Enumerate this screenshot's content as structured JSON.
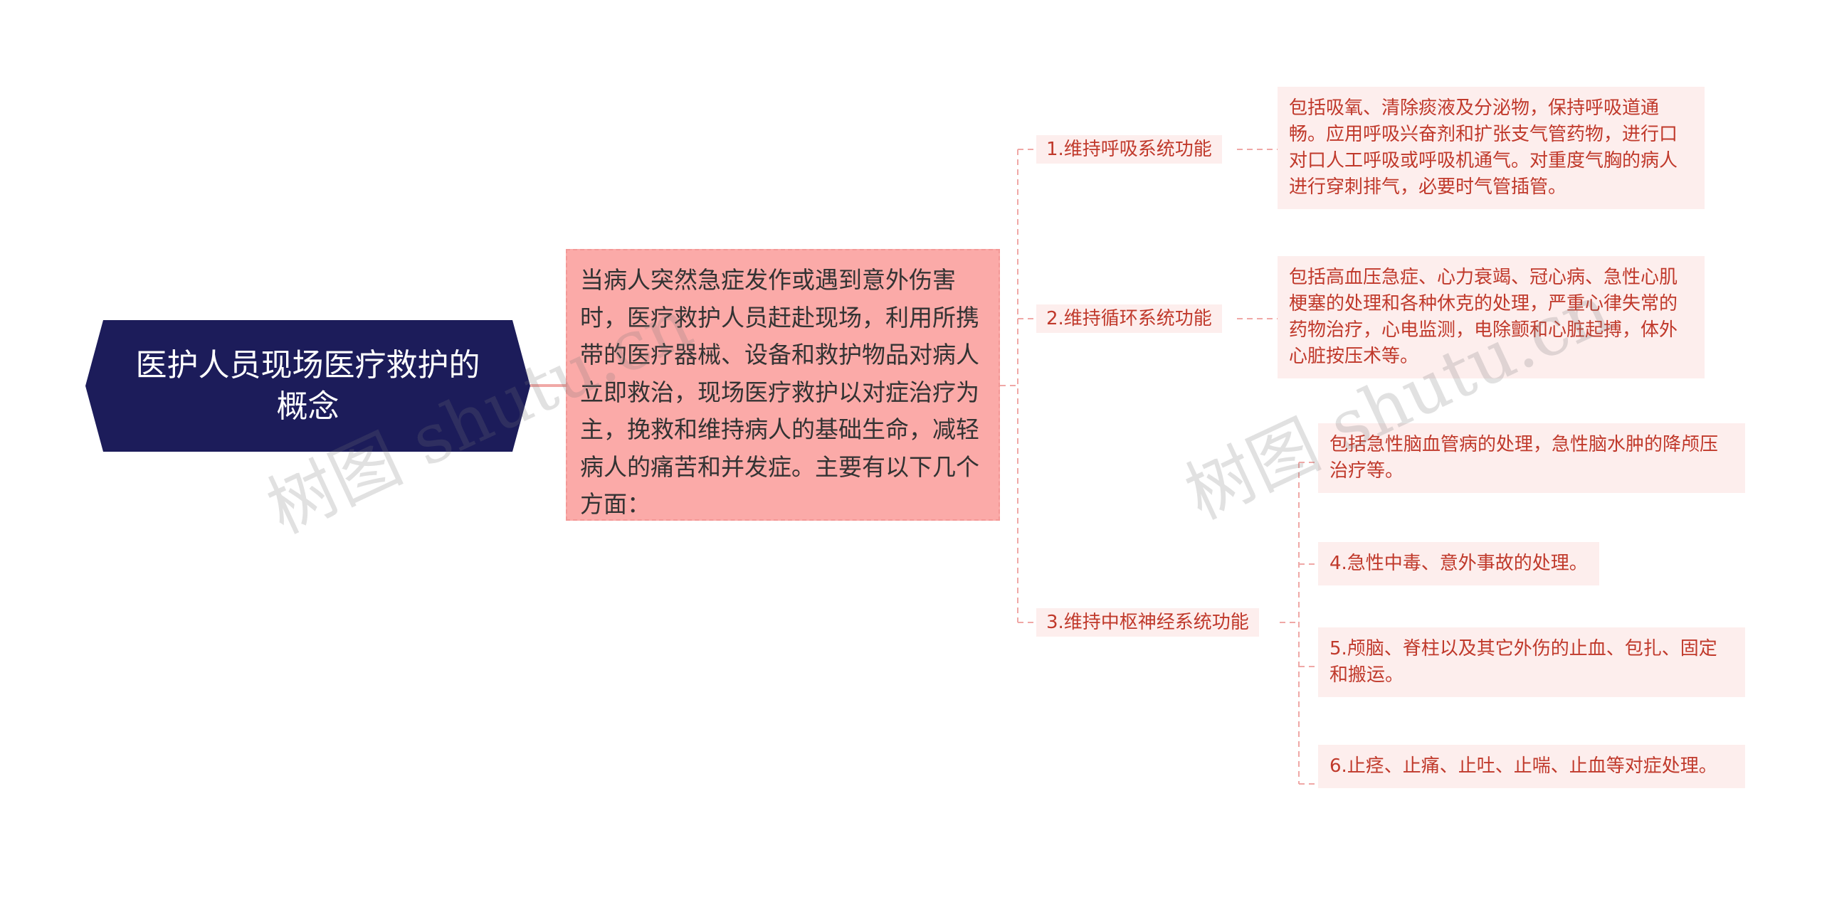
{
  "root": {
    "label": "医护人员现场医疗救护的概念"
  },
  "main": {
    "text": "当病人突然急症发作或遇到意外伤害时，医疗救护人员赶赴现场，利用所携带的医疗器械、设备和救护物品对病人立即救治，现场医疗救护以对症治疗为主，挽救和维持病人的基础生命，减轻病人的痛苦和并发症。主要有以下几个方面："
  },
  "branches": [
    {
      "label": "1.维持呼吸系统功能",
      "children": [
        "包括吸氧、清除痰液及分泌物，保持呼吸道通畅。应用呼吸兴奋剂和扩张支气管药物，进行口对口人工呼吸或呼吸机通气。对重度气胸的病人进行穿刺排气，必要时气管插管。"
      ]
    },
    {
      "label": "2.维持循环系统功能",
      "children": [
        "包括高血压急症、心力衰竭、冠心病、急性心肌梗塞的处理和各种休克的处理，严重心律失常的药物治疗，心电监测，电除颤和心脏起搏，体外心脏按压术等。"
      ]
    },
    {
      "label": "3.维持中枢神经系统功能",
      "children": [
        "包括急性脑血管病的处理，急性脑水肿的降颅压治疗等。",
        "4.急性中毒、意外事故的处理。",
        "5.颅脑、脊柱以及其它外伤的止血、包扎、固定和搬运。",
        "6.止痉、止痛、止吐、止喘、止血等对症处理。"
      ]
    }
  ],
  "watermarks": [
    "树图 shutu.cn",
    "树图 shutu.cn"
  ],
  "colors": {
    "root_bg": "#1c1c5a",
    "main_bg": "#fbaaa8",
    "node_bg": "#fdeeed",
    "text_red": "#c0392b",
    "connector": "#f0a8a6"
  }
}
